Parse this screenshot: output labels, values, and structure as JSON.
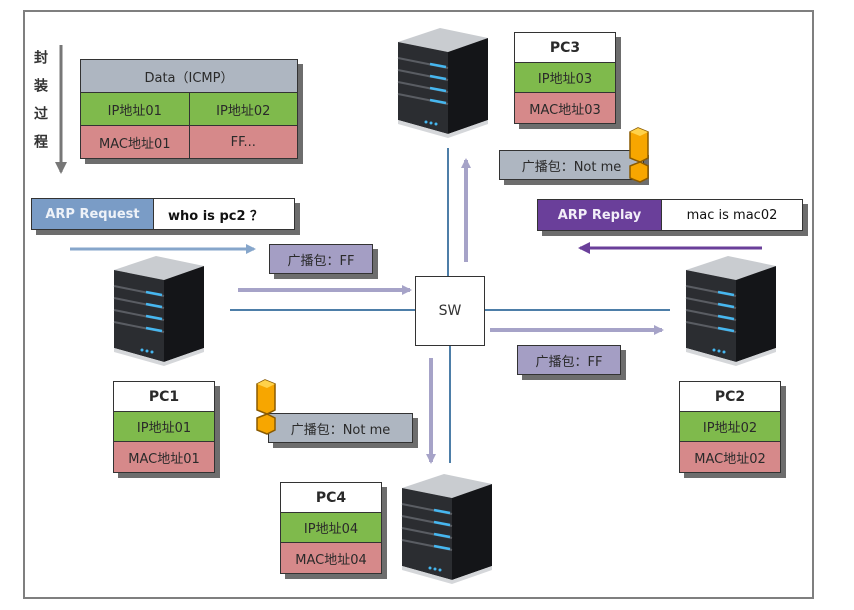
{
  "diagram": {
    "title_vertical": "封装过程",
    "switch_label": "SW",
    "packet": {
      "header": "Data（ICMP）",
      "ip_row": [
        "IP地址01",
        "IP地址02"
      ],
      "mac_row": [
        "MAC地址01",
        "FF..."
      ]
    },
    "arp_request": {
      "label": "ARP Request",
      "value": "who  is  pc2  ？"
    },
    "arp_reply": {
      "label": "ARP Replay",
      "value": "mac  is  mac02"
    },
    "notes": {
      "broadcast_left": "广播包：FF",
      "broadcast_right": "广播包：FF",
      "pc3_not_me": "广播包：Not  me",
      "pc4_not_me": "广播包：Not  me"
    },
    "pcs": {
      "pc1": {
        "name": "PC1",
        "ip": "IP地址01",
        "mac": "MAC地址01"
      },
      "pc2": {
        "name": "PC2",
        "ip": "IP地址02",
        "mac": "MAC地址02"
      },
      "pc3": {
        "name": "PC3",
        "ip": "IP地址03",
        "mac": "MAC地址03"
      },
      "pc4": {
        "name": "PC4",
        "ip": "IP地址04",
        "mac": "MAC地址04"
      }
    },
    "colors": {
      "ip_green": "#7fba4c",
      "mac_pink": "#d6898a",
      "header_grey": "#aeb6c1",
      "broadcast_lavender": "#a49ec4",
      "request_blue": "#7a9cc6",
      "reply_purple": "#6a3f9a",
      "link_blue": "#4d7ea8",
      "arrow_lavender": "#a6a3c8",
      "alert_orange": "#f7a600"
    }
  }
}
